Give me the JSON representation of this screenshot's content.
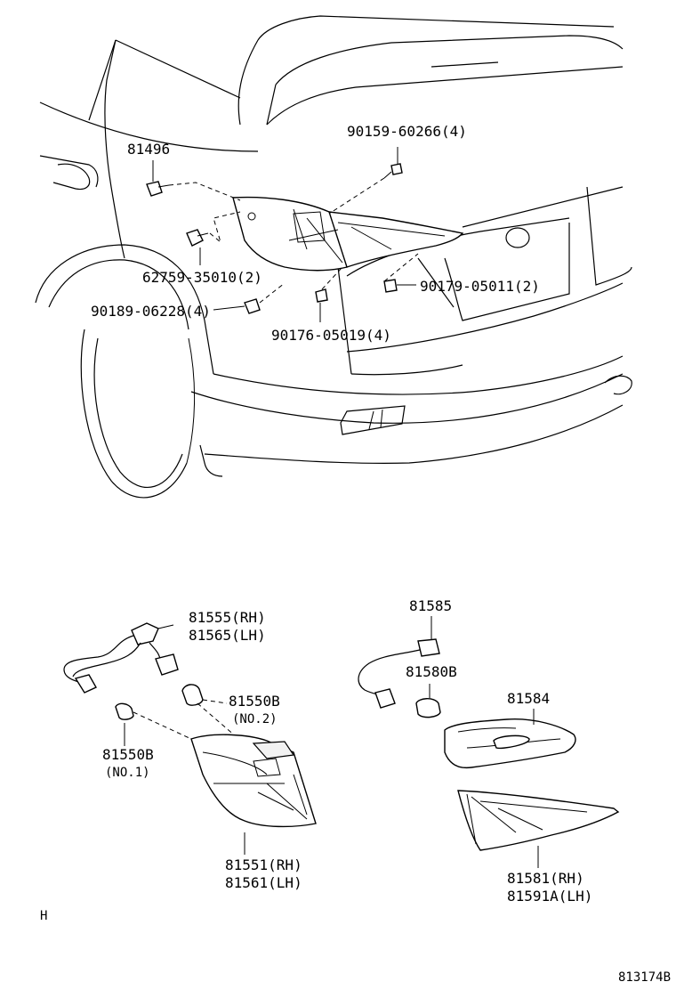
{
  "callouts": {
    "p81496": "81496",
    "p90159": "90159-60266(4)",
    "p62759": "62759-35010(2)",
    "p90189": "90189-06228(4)",
    "p90179": "90179-05011(2)",
    "p90176": "90176-05019(4)",
    "p81555": "81555(RH)",
    "p81565": "81565(LH)",
    "p81550b_no2": "81550B",
    "no2": "(NO.2)",
    "p81550b_no1": "81550B",
    "no1": "(NO.1)",
    "p81551": "81551(RH)",
    "p81561": "81561(LH)",
    "p81585": "81585",
    "p81580b": "81580B",
    "p81584": "81584",
    "p81581": "81581(RH)",
    "p81591a": "81591A(LH)"
  },
  "footer": {
    "mark": "H",
    "code": "813174B"
  }
}
